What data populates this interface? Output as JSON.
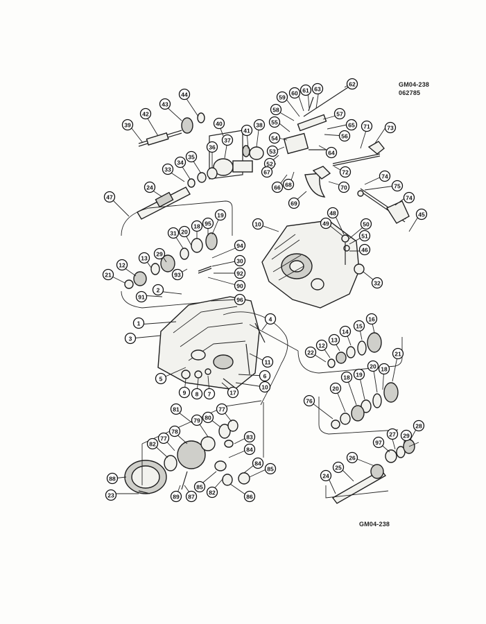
{
  "header": {
    "drawing_code": "GM04-238",
    "date_code": "062785"
  },
  "footer": {
    "drawing_code": "GM04-238"
  },
  "callouts": [
    {
      "label": "62"
    },
    {
      "label": "59"
    },
    {
      "label": "60"
    },
    {
      "label": "61"
    },
    {
      "label": "63"
    },
    {
      "label": "57"
    },
    {
      "label": "58"
    },
    {
      "label": "64"
    },
    {
      "label": "65"
    },
    {
      "label": "56"
    },
    {
      "label": "55"
    },
    {
      "label": "54"
    },
    {
      "label": "53"
    },
    {
      "label": "52"
    },
    {
      "label": "67"
    },
    {
      "label": "66"
    },
    {
      "label": "68"
    },
    {
      "label": "69"
    },
    {
      "label": "72"
    },
    {
      "label": "70"
    },
    {
      "label": "71"
    },
    {
      "label": "73"
    },
    {
      "label": "74"
    },
    {
      "label": "75"
    },
    {
      "label": "74"
    },
    {
      "label": "45"
    },
    {
      "label": "44"
    },
    {
      "label": "43"
    },
    {
      "label": "42"
    },
    {
      "label": "39"
    },
    {
      "label": "40"
    },
    {
      "label": "41"
    },
    {
      "label": "38"
    },
    {
      "label": "37"
    },
    {
      "label": "36"
    },
    {
      "label": "35"
    },
    {
      "label": "34"
    },
    {
      "label": "33"
    },
    {
      "label": "24"
    },
    {
      "label": "47"
    },
    {
      "label": "48"
    },
    {
      "label": "49"
    },
    {
      "label": "50"
    },
    {
      "label": "51"
    },
    {
      "label": "46"
    },
    {
      "label": "10"
    },
    {
      "label": "32"
    },
    {
      "label": "19"
    },
    {
      "label": "29"
    },
    {
      "label": "31"
    },
    {
      "label": "20"
    },
    {
      "label": "18"
    },
    {
      "label": "95"
    },
    {
      "label": "94"
    },
    {
      "label": "30"
    },
    {
      "label": "13"
    },
    {
      "label": "12"
    },
    {
      "label": "21"
    },
    {
      "label": "93"
    },
    {
      "label": "92"
    },
    {
      "label": "90"
    },
    {
      "label": "91"
    },
    {
      "label": "2"
    },
    {
      "label": "96"
    },
    {
      "label": "1"
    },
    {
      "label": "3"
    },
    {
      "label": "4"
    },
    {
      "label": "11"
    },
    {
      "label": "5"
    },
    {
      "label": "6"
    },
    {
      "label": "10"
    },
    {
      "label": "9"
    },
    {
      "label": "8"
    },
    {
      "label": "7"
    },
    {
      "label": "17"
    },
    {
      "label": "16"
    },
    {
      "label": "15"
    },
    {
      "label": "14"
    },
    {
      "label": "13"
    },
    {
      "label": "12"
    },
    {
      "label": "22"
    },
    {
      "label": "21"
    },
    {
      "label": "20"
    },
    {
      "label": "19"
    },
    {
      "label": "18"
    },
    {
      "label": "20"
    },
    {
      "label": "18"
    },
    {
      "label": "76"
    },
    {
      "label": "81"
    },
    {
      "label": "77"
    },
    {
      "label": "80"
    },
    {
      "label": "79"
    },
    {
      "label": "78"
    },
    {
      "label": "77"
    },
    {
      "label": "82"
    },
    {
      "label": "83"
    },
    {
      "label": "84"
    },
    {
      "label": "85"
    },
    {
      "label": "84"
    },
    {
      "label": "85"
    },
    {
      "label": "82"
    },
    {
      "label": "86"
    },
    {
      "label": "88"
    },
    {
      "label": "87"
    },
    {
      "label": "89"
    },
    {
      "label": "23"
    },
    {
      "label": "28"
    },
    {
      "label": "29"
    },
    {
      "label": "27"
    },
    {
      "label": "97"
    },
    {
      "label": "26"
    },
    {
      "label": "25"
    },
    {
      "label": "24"
    }
  ]
}
